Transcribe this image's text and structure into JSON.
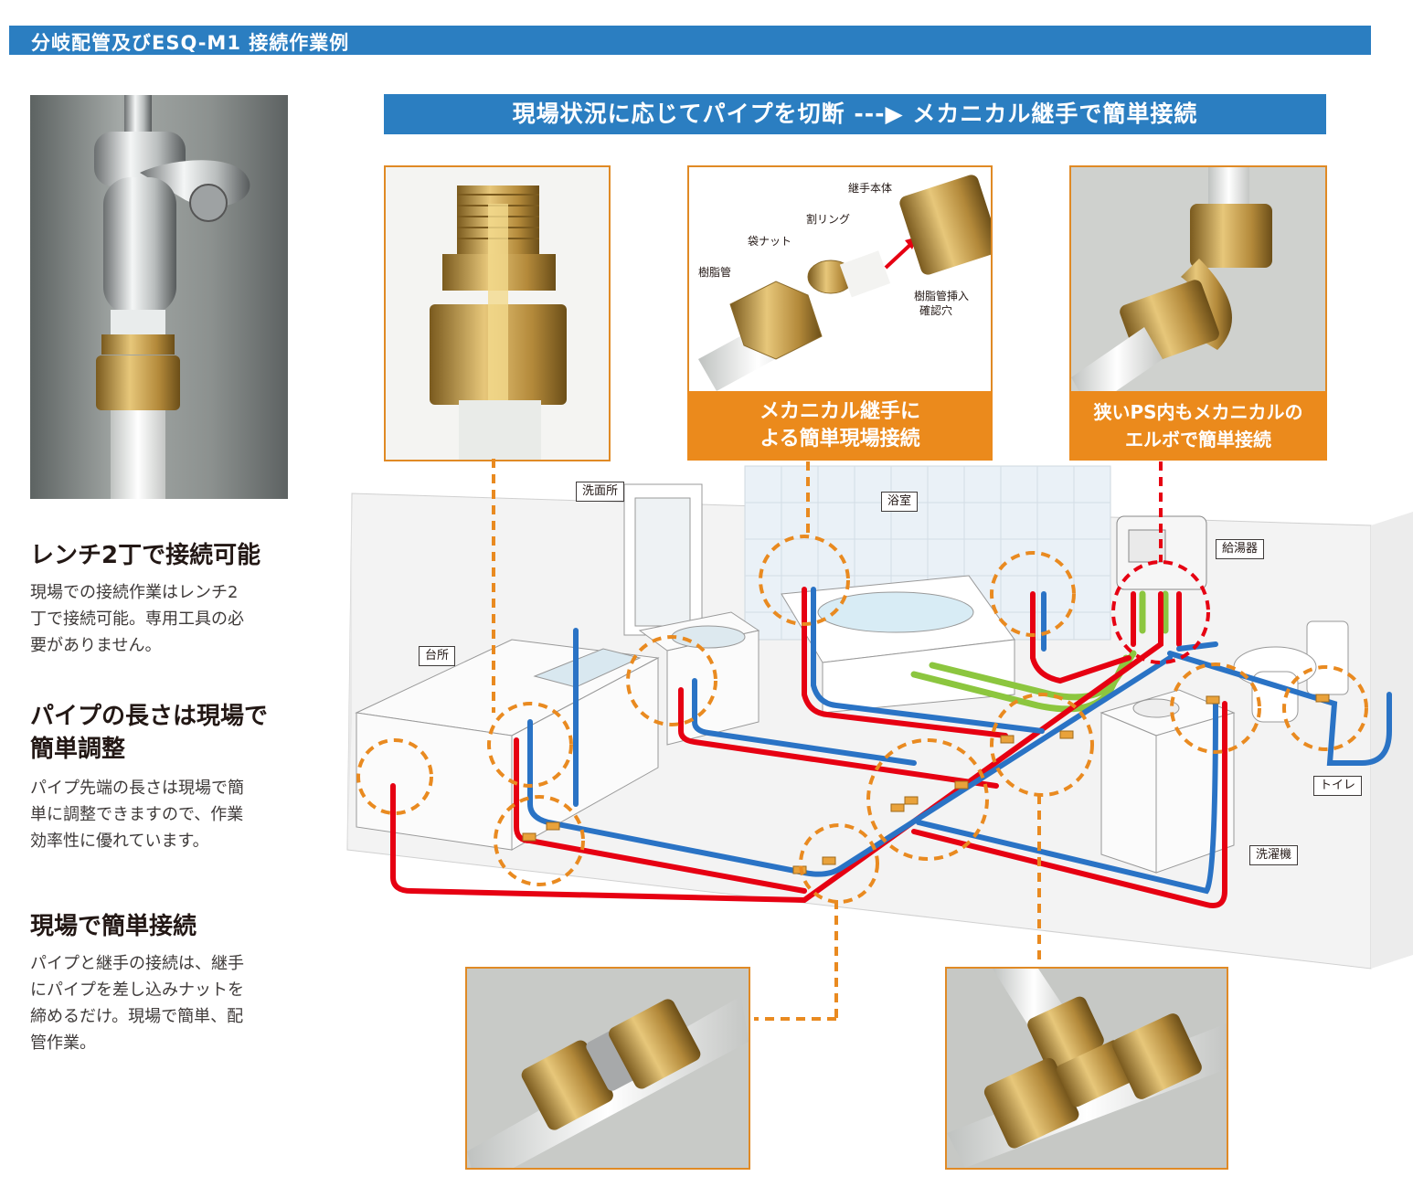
{
  "header": {
    "title": "分岐配管及びESQ-M1 接続作業例"
  },
  "banner": {
    "text": "現場状況に応じてパイプを切断 ---▶ メカニカル継手で簡単接続"
  },
  "features": [
    {
      "title": "レンチ2丁で接続可能",
      "body_lines": [
        "現場での接続作業はレンチ2",
        "丁で接続可能。専用工具の必",
        "要がありません。"
      ]
    },
    {
      "title_lines": [
        "パイプの長さは現場で",
        "簡単調整"
      ],
      "body_lines": [
        "パイプ先端の長さは現場で簡",
        "単に調整できますので、作業",
        "効率性に優れています。"
      ]
    },
    {
      "title": "現場で簡単接続",
      "body_lines": [
        "パイプと継手の接続は、継手",
        "にパイプを差し込みナットを",
        "締めるだけ。現場で簡単、配",
        "管作業。"
      ]
    }
  ],
  "parts_callouts": {
    "body": "継手本体",
    "split_ring": "割リング",
    "bag_nut": "袋ナット",
    "resin_pipe": "樹脂管",
    "insert_check_line1": "樹脂管挿入",
    "insert_check_line2": "確認穴"
  },
  "captions": {
    "mechanical": [
      "メカニカル継手に",
      "よる簡単現場接続"
    ],
    "elbow": [
      "狭いPS内もメカニカルの",
      "エルボで簡単接続"
    ]
  },
  "room_tags": {
    "kitchen": "台所",
    "washroom": "洗面所",
    "bath": "浴室",
    "water_heater": "給湯器",
    "toilet": "トイレ",
    "laundry": "洗濯機"
  },
  "colors": {
    "blue_bar": "#2b7ec1",
    "orange": "#eb8a1c",
    "hot_pipe": "#e60012",
    "cold_pipe": "#2a73c5",
    "green_pipe": "#8cc63f",
    "brass": "#c9a24a"
  }
}
